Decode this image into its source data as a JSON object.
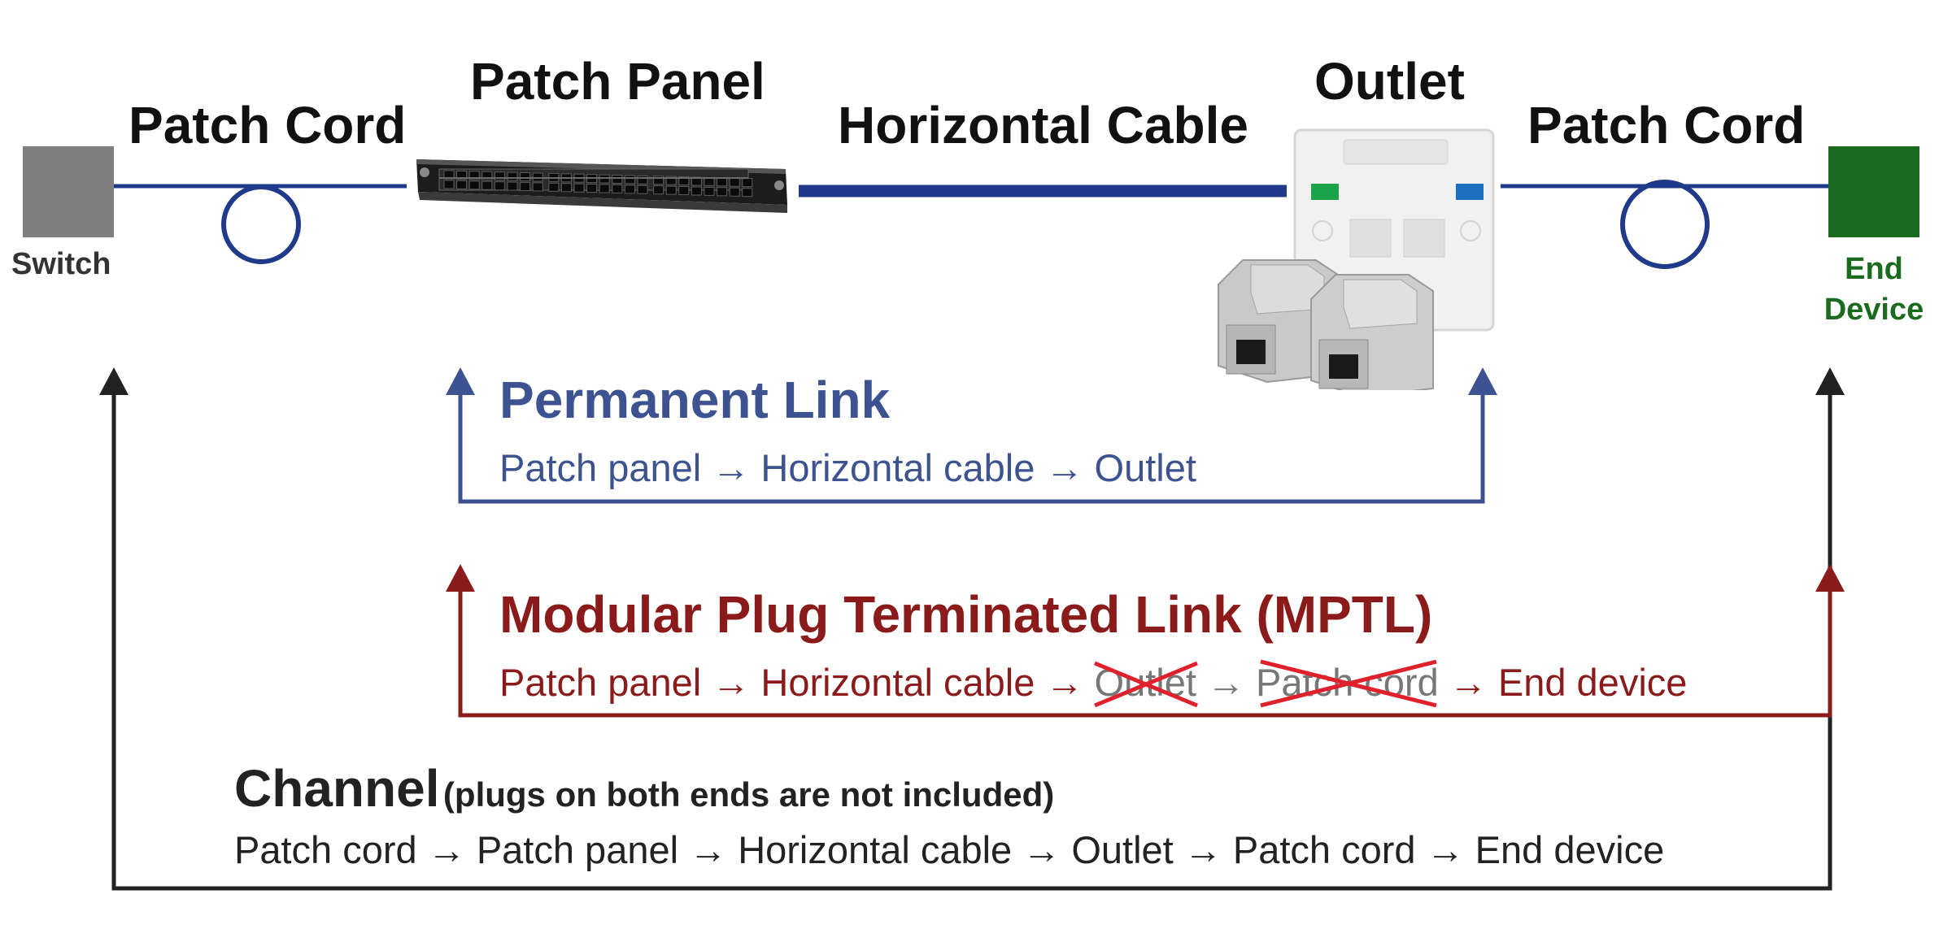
{
  "colors": {
    "switch": "#7f7f7f",
    "end_device": "#1b6b1e",
    "cable": "#1f3a8a",
    "permanent": "#3d5391",
    "mptl": "#8b1a1a",
    "channel": "#222222",
    "strike": "#e0202a",
    "strike_text": "#777777"
  },
  "labels": {
    "patch_cord_left": "Patch Cord",
    "patch_panel": "Patch Panel",
    "horizontal_cable": "Horizontal Cable",
    "outlet": "Outlet",
    "patch_cord_right": "Patch Cord",
    "switch": "Switch",
    "end_device_line1": "End",
    "end_device_line2": "Device"
  },
  "permanent_link": {
    "title": "Permanent Link",
    "path": [
      "Patch panel",
      "Horizontal cable",
      "Outlet"
    ]
  },
  "mptl": {
    "title": "Modular Plug Terminated Link (MPTL)",
    "p1": "Patch panel",
    "p2": "Horizontal cable",
    "struck1": "Outlet",
    "struck2": "Patch cord",
    "p3": "End device"
  },
  "channel": {
    "title": "Channel",
    "note": "(plugs on both ends are not included)",
    "path": [
      "Patch cord",
      "Patch panel",
      "Horizontal cable",
      "Outlet",
      "Patch cord",
      "End device"
    ]
  },
  "arrow": "→"
}
